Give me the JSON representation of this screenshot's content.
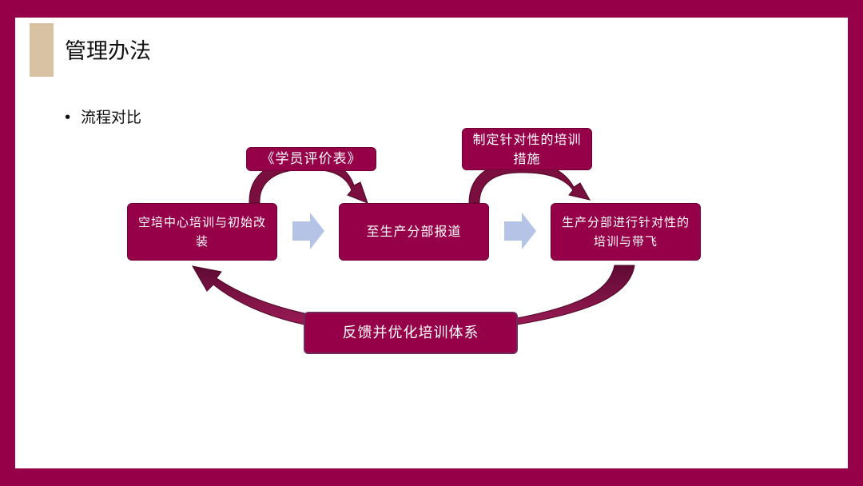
{
  "title": "管理办法",
  "bullet": "流程对比",
  "boxes": {
    "step1": "空培中心培训与初始改装",
    "step2": "至生产分部报道",
    "step3": "生产分部进行针对性的培训与带飞",
    "feedback": "反馈并优化培训体系",
    "label1": "《学员评价表》",
    "label2": "制定针对性的培训措施"
  },
  "colors": {
    "frame": "#960048",
    "box": "#960048",
    "accent": "#d9c2a4",
    "block_arrow": "#b4c3e6",
    "curved_arrow": "#7a0e3e"
  }
}
